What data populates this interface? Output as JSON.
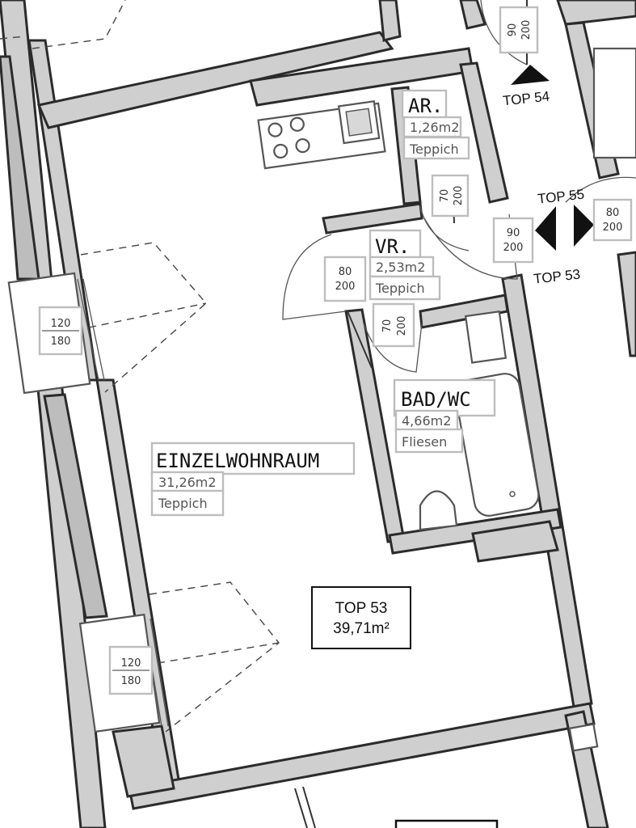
{
  "rooms": [
    {
      "name": "AR.",
      "area": "1,26m2",
      "floor": "Teppich"
    },
    {
      "name": "VR.",
      "area": "2,53m2",
      "floor": "Teppich"
    },
    {
      "name": "BAD/WC",
      "area": "4,66m2",
      "floor": "Fliesen"
    },
    {
      "name": "EINZELWOHNRAUM",
      "area": "31,26m2",
      "floor": "Teppich"
    }
  ],
  "unit_box": {
    "line1": "TOP 53",
    "line2": "39,71m²"
  },
  "neighbor_tags": {
    "top54": "TOP 54",
    "top55": "TOP 55",
    "top53": "TOP 53"
  },
  "windows": [
    {
      "top": "120",
      "bottom": "180"
    },
    {
      "top": "120",
      "bottom": "180"
    }
  ],
  "doors": [
    {
      "top": "80",
      "bottom": "200"
    },
    {
      "top": "70",
      "bottom": "200"
    },
    {
      "top": "90",
      "bottom": "200"
    },
    {
      "top": "80",
      "bottom": "200"
    },
    {
      "top": "70",
      "bottom": "200"
    },
    {
      "top": "90",
      "bottom": "200"
    }
  ]
}
